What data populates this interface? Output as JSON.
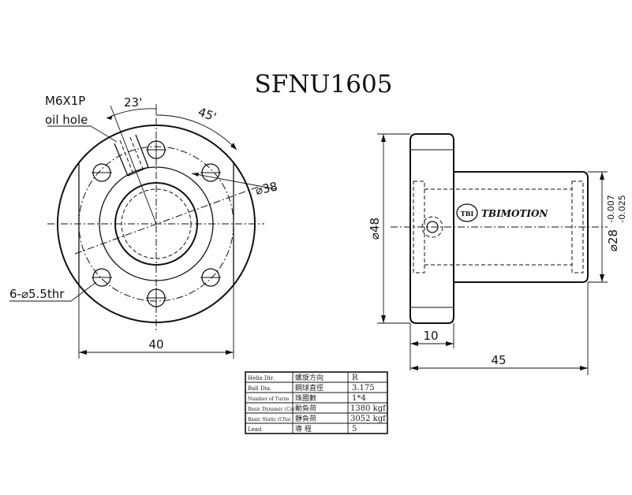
{
  "title": "SFNU1605",
  "front_view": {
    "oil_hole_label_1": "M6X1P",
    "oil_hole_label_2": "oil hole",
    "angle_a": "23'",
    "angle_b": "45'",
    "pcd": "⌀38",
    "holes": "6-⌀5.5thr",
    "width": "40"
  },
  "side_view": {
    "flange_dia": "⌀48",
    "body_dia": "⌀28",
    "body_tol_upper": "-0.007",
    "body_tol_lower": "-0.025",
    "flange_thickness": "10",
    "length": "45",
    "logo_mark": "TBI",
    "brand": "TBIMOTION"
  },
  "spec_table": {
    "rows": [
      {
        "en": "Helix Dir.",
        "cn": "螺旋方向",
        "value": "R"
      },
      {
        "en": "Ball Dia.",
        "cn": "鋼球直徑",
        "value": "3.175"
      },
      {
        "en": "Number of Turns",
        "cn": "珠圈數",
        "value": "1*4"
      },
      {
        "en": "Basic Dynamic (Ca)",
        "cn": "動負荷",
        "value": "1380 kgf"
      },
      {
        "en": "Basic Static (C0a)",
        "cn": "靜負荷",
        "value": "3052 kgf"
      },
      {
        "en": "Lead",
        "cn": "導 程",
        "value": "5"
      }
    ]
  }
}
